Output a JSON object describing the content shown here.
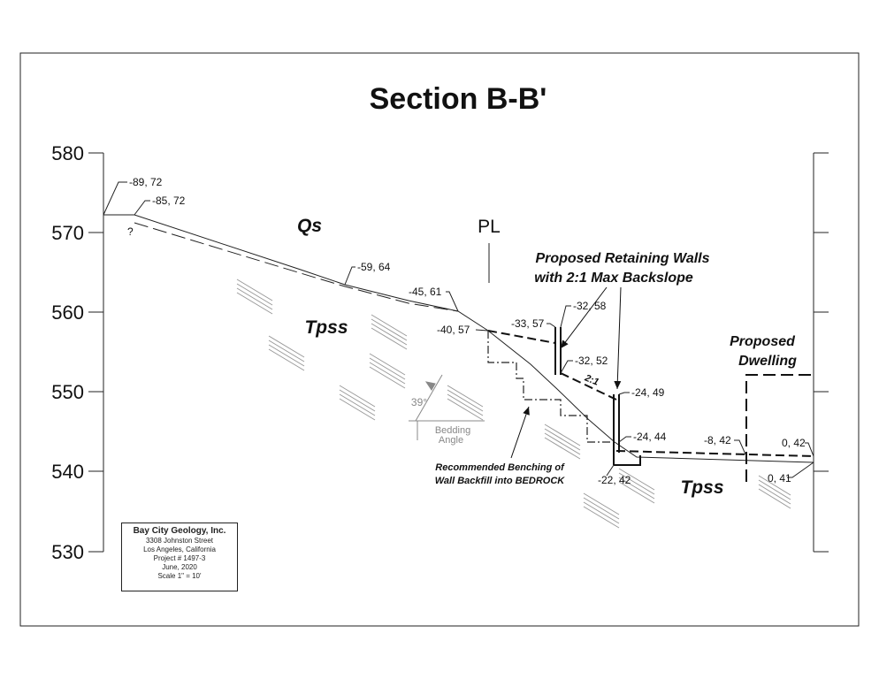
{
  "title": "Section B-B'",
  "axis": {
    "left_ticks": [
      "580",
      "570",
      "560",
      "550",
      "540",
      "530"
    ]
  },
  "points": {
    "p1": "-89, 72",
    "p2": "-85, 72",
    "p3": "-59, 64",
    "p4": "-45, 61",
    "p5": "-40, 57",
    "p6": "-33, 57",
    "p7": "-32, 58",
    "p8": "-32, 52",
    "p9": "-24, 49",
    "p10": "-24, 44",
    "p11": "-22, 42",
    "p12": "-8, 42",
    "p13": "0, 42",
    "p14": "0, 41"
  },
  "labels": {
    "question": "?",
    "qs": "Qs",
    "tpss_left": "Tpss",
    "tpss_right": "Tpss",
    "pl": "PL",
    "walls_line1": "Proposed Retaining Walls",
    "walls_line2": "with 2:1 Max Backslope",
    "slope": "2:1",
    "dwelling_line1": "Proposed",
    "dwelling_line2": "Dwelling",
    "angle": "39°",
    "bedding_line1": "Bedding",
    "bedding_line2": "Angle",
    "bench_line1": "Recommended Benching of",
    "bench_line2": "Wall Backfill into BEDROCK"
  },
  "title_block": {
    "company": "Bay City Geology, Inc.",
    "street": "3308 Johnston Street",
    "city": "Los Angeles, California",
    "project": "Project # 1497-3",
    "date": "June, 2020",
    "scale": "Scale 1\" = 10'"
  }
}
